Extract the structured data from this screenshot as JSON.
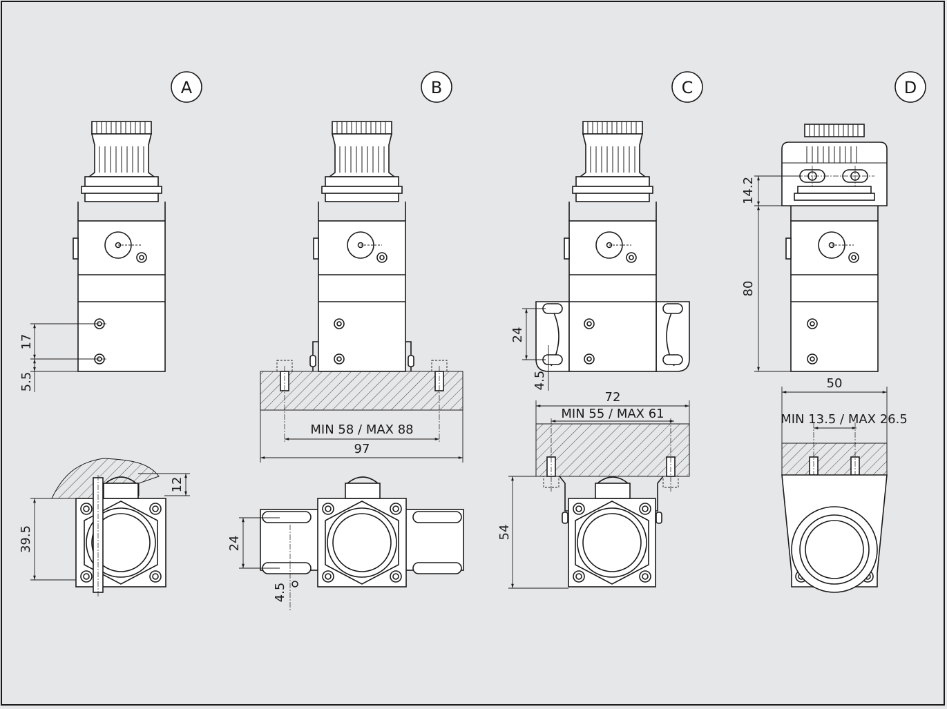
{
  "views": [
    {
      "id": "A",
      "label": "A"
    },
    {
      "id": "B",
      "label": "B"
    },
    {
      "id": "C",
      "label": "C"
    },
    {
      "id": "D",
      "label": "D"
    }
  ],
  "dimensions": {
    "a_17": "17",
    "a_5_5": "5.5",
    "a_12": "12",
    "a_39_5": "39.5",
    "b_range": "MIN 58 / MAX 88",
    "b_97": "97",
    "b_24": "24",
    "b_4_5": "4.5",
    "c_24": "24",
    "c_4_5": "4.5",
    "c_72": "72",
    "c_range": "MIN 55 / MAX 61",
    "c_54": "54",
    "d_14_2": "14.2",
    "d_80": "80",
    "d_50": "50",
    "d_range": "MIN 13.5 / MAX 26.5"
  },
  "colors": {
    "background": "#e6e7e8",
    "line": "#1a1a1a",
    "part_fill": "#ffffff"
  }
}
